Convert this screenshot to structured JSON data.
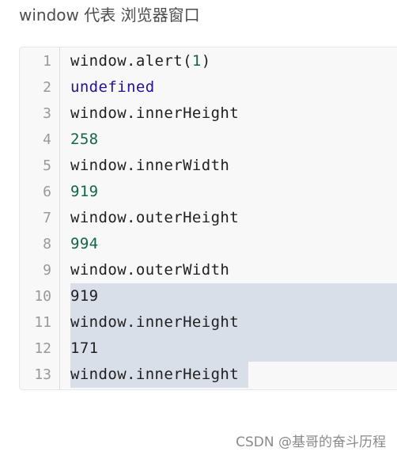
{
  "heading": "window 代表 浏览器窗口",
  "colors": {
    "selection": "#d9dfe9",
    "keyword": "#221199",
    "number": "#116644",
    "text": "#1f1f1f",
    "line_number": "#999999"
  },
  "code_lines": [
    {
      "num": "1",
      "pre": "window.alert(",
      "hl": "1",
      "post": ")",
      "hl_class": "num"
    },
    {
      "num": "2",
      "pre": "",
      "hl": "undefined",
      "post": "",
      "hl_class": "kw"
    },
    {
      "num": "3",
      "pre": "window.innerHeight",
      "hl": "",
      "post": "",
      "hl_class": ""
    },
    {
      "num": "4",
      "pre": "",
      "hl": "258",
      "post": "",
      "hl_class": "num"
    },
    {
      "num": "5",
      "pre": "window.innerWidth",
      "hl": "",
      "post": "",
      "hl_class": ""
    },
    {
      "num": "6",
      "pre": "",
      "hl": "919",
      "post": "",
      "hl_class": "num"
    },
    {
      "num": "7",
      "pre": "window.outerHeight",
      "hl": "",
      "post": "",
      "hl_class": ""
    },
    {
      "num": "8",
      "pre": "",
      "hl": "994",
      "post": "",
      "hl_class": "num"
    },
    {
      "num": "9",
      "pre": "window.outerWidth",
      "hl": "",
      "post": "",
      "hl_class": ""
    },
    {
      "num": "10",
      "pre": "919",
      "hl": "",
      "post": "",
      "hl_class": ""
    },
    {
      "num": "11",
      "pre": "window.innerHeight",
      "hl": "",
      "post": "",
      "hl_class": ""
    },
    {
      "num": "12",
      "pre": "171",
      "hl": "",
      "post": "",
      "hl_class": ""
    },
    {
      "num": "13",
      "pre": "window.innerHeight",
      "hl": "",
      "post": "",
      "hl_class": ""
    }
  ],
  "watermark": "CSDN @基哥的奋斗历程"
}
